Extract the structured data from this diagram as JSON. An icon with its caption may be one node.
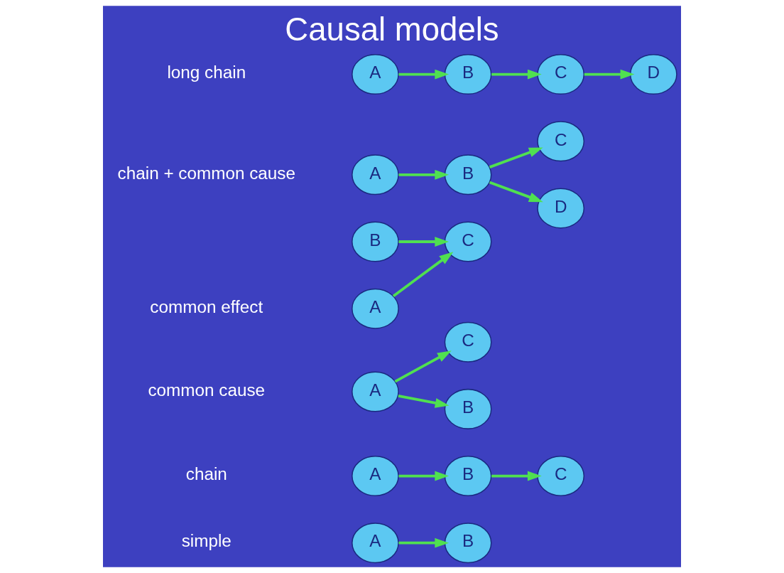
{
  "diagram": {
    "title": "Causal models",
    "nodes": [
      {
        "text": [
          "A"
        ]
      },
      {
        "text": [
          "B"
        ]
      },
      {
        "text": [
          "A"
        ]
      },
      {
        "text": [
          "B"
        ]
      },
      {
        "text": [
          "C"
        ]
      },
      {
        "text": [
          "A"
        ]
      },
      {
        "text": [
          "C"
        ]
      },
      {
        "text": [
          "B"
        ]
      },
      {
        "text": [
          "A"
        ]
      },
      {
        "text": [
          "B"
        ]
      },
      {
        "text": [
          "C"
        ]
      },
      {
        "text": [
          "A"
        ]
      },
      {
        "text": [
          "B"
        ]
      },
      {
        "text": [
          "C"
        ]
      },
      {
        "text": [
          "D"
        ]
      },
      {
        "text": [
          "A"
        ]
      },
      {
        "text": [
          "B"
        ]
      },
      {
        "text": [
          "C"
        ]
      },
      {
        "text": [
          "D"
        ]
      }
    ],
    "edges": [
      {
        "from": 0,
        "to": 1,
        "arrow": "to"
      },
      {
        "from": 2,
        "to": 3,
        "arrow": "to"
      },
      {
        "from": 3,
        "to": 4,
        "arrow": "to"
      },
      {
        "from": 5,
        "to": 6,
        "arrow": "to"
      },
      {
        "from": 5,
        "to": 7,
        "arrow": "to"
      },
      {
        "from": 8,
        "to": 10,
        "arrow": "to"
      },
      {
        "from": 9,
        "to": 10,
        "arrow": "to"
      },
      {
        "from": 11,
        "to": 12,
        "arrow": "to"
      },
      {
        "from": 12,
        "to": 13,
        "arrow": "to"
      },
      {
        "from": 12,
        "to": 14,
        "arrow": "to"
      },
      {
        "from": 15,
        "to": 16,
        "arrow": "to"
      },
      {
        "from": 16,
        "to": 17,
        "arrow": "to"
      },
      {
        "from": 17,
        "to": 18,
        "arrow": "to"
      }
    ],
    "labels": [
      "simple",
      "chain",
      "common cause",
      "common effect",
      "chain + common cause",
      "long chain"
    ]
  }
}
